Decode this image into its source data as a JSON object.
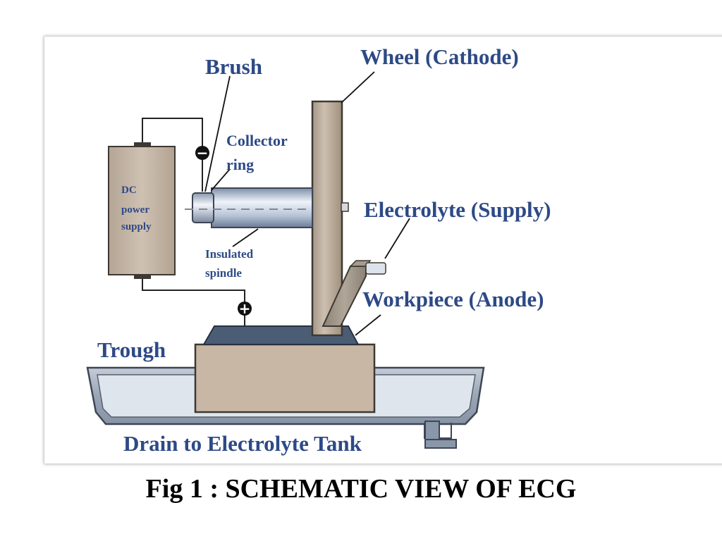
{
  "labels": {
    "brush": "Brush",
    "wheel": "Wheel (Cathode)",
    "collector_line1": "Collector",
    "collector_line2": "ring",
    "dc_line1": "DC",
    "dc_line2": "power",
    "dc_line3": "supply",
    "insulated_line1": "Insulated",
    "insulated_line2": "spindle",
    "electrolyte": "Electrolyte (Supply)",
    "workpiece": "Workpiece (Anode)",
    "trough": "Trough",
    "drain": "Drain to Electrolyte Tank",
    "minus_sign": "−",
    "plus_sign": "+"
  },
  "caption": "Fig 1 : SCHEMATIC VIEW OF ECG",
  "colors": {
    "label_blue": "#2d4a86",
    "spindle_light": "#dde6f2",
    "spindle_dark": "#7e8ea8",
    "base_tan": "#c9b8a5",
    "trough_grey": "#a7b2c0",
    "table_dark": "#4b5d74"
  }
}
